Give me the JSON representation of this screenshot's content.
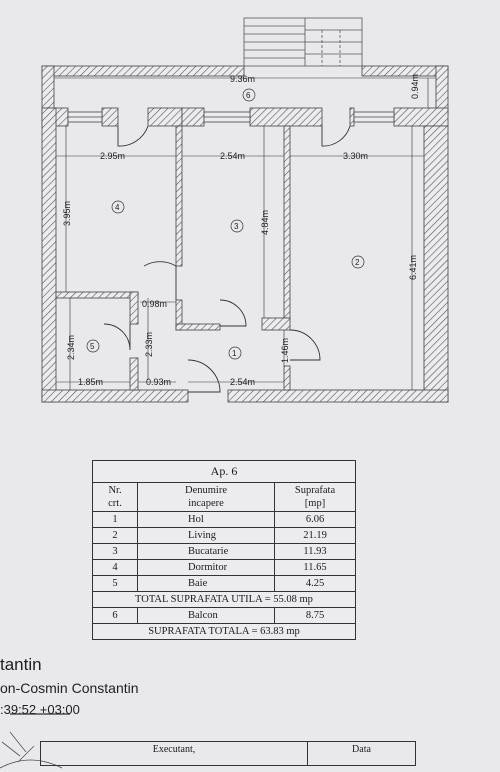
{
  "plan": {
    "dimensions": {
      "total_width": "9.36m",
      "balcony_depth": "0.94m",
      "dormitor_width": "2.95m",
      "bucatarie_width": "2.54m",
      "living_width": "3.30m",
      "dormitor_depth": "3.95m",
      "bucatarie_depth": "4.84m",
      "living_depth": "6.41m",
      "door_width": "0.98m",
      "baie_depth": "2.34m",
      "hall_depth_left": "2.33m",
      "hall_depth_right": "1.46m",
      "baie_width": "1.85m",
      "hall_wall": "0.93m",
      "hall_width": "2.54m"
    },
    "room_numbers": [
      "1",
      "2",
      "3",
      "4",
      "5",
      "6"
    ]
  },
  "area_table": {
    "title": "Ap. 6",
    "headers": {
      "nr": "Nr.\ncrt.",
      "name": "Denumire\nincapere",
      "area": "Suprafata\n[mp]"
    },
    "rows": [
      {
        "nr": "1",
        "name": "Hol",
        "area": "6.06"
      },
      {
        "nr": "2",
        "name": "Living",
        "area": "21.19"
      },
      {
        "nr": "3",
        "name": "Bucatarie",
        "area": "11.93"
      },
      {
        "nr": "4",
        "name": "Dormitor",
        "area": "11.65"
      },
      {
        "nr": "5",
        "name": "Baie",
        "area": "4.25"
      }
    ],
    "total_util": "TOTAL SUPRAFATA UTILA = 55.08 mp",
    "balcony_row": {
      "nr": "6",
      "name": "Balcon",
      "area": "8.75"
    },
    "total": "SUPRAFATA TOTALA = 63.83 mp"
  },
  "signature": {
    "line1": "tantin",
    "line2": "on-Cosmin Constantin",
    "line3": ":39:52 +03:00"
  },
  "footer_table": {
    "executant": "Executant,",
    "data": "Data"
  }
}
